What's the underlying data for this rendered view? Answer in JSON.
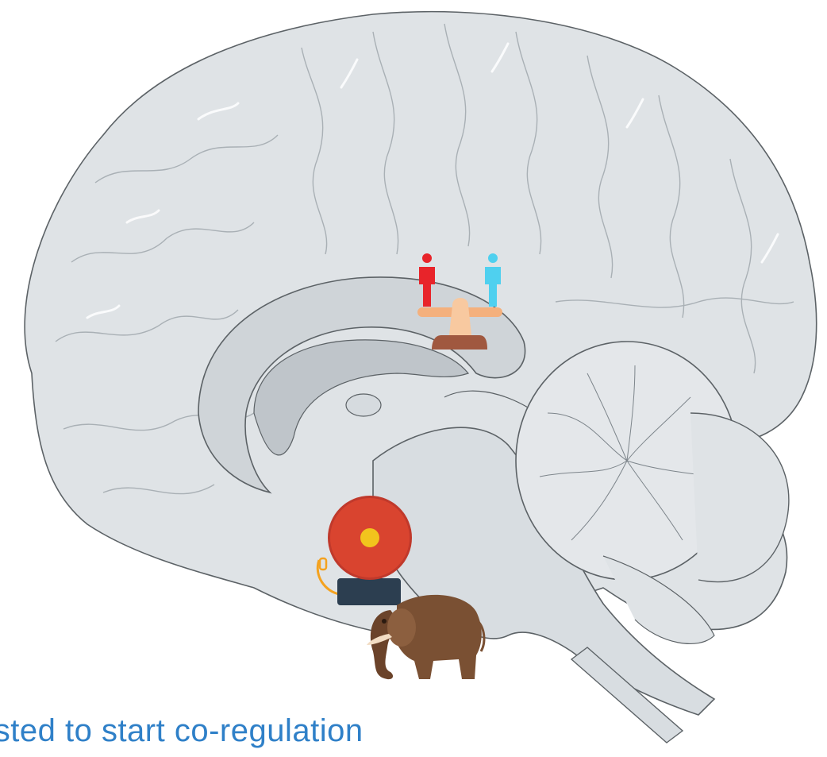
{
  "caption": "ested to start co-regulation",
  "icons": [
    {
      "name": "balance-scale-people-icon",
      "depicts": "two people on a balance scale"
    },
    {
      "name": "alarm-bell-icon",
      "depicts": "red alarm bell"
    },
    {
      "name": "elephant-icon",
      "depicts": "brown elephant"
    }
  ],
  "colors": {
    "brain_fill": "#dfe3e6",
    "brain_stroke": "#5c6266",
    "caption": "#2f80c8",
    "person_left": "#e8242a",
    "person_right": "#4fd0ef",
    "bell": "#c0392b",
    "elephant": "#7a5033"
  }
}
